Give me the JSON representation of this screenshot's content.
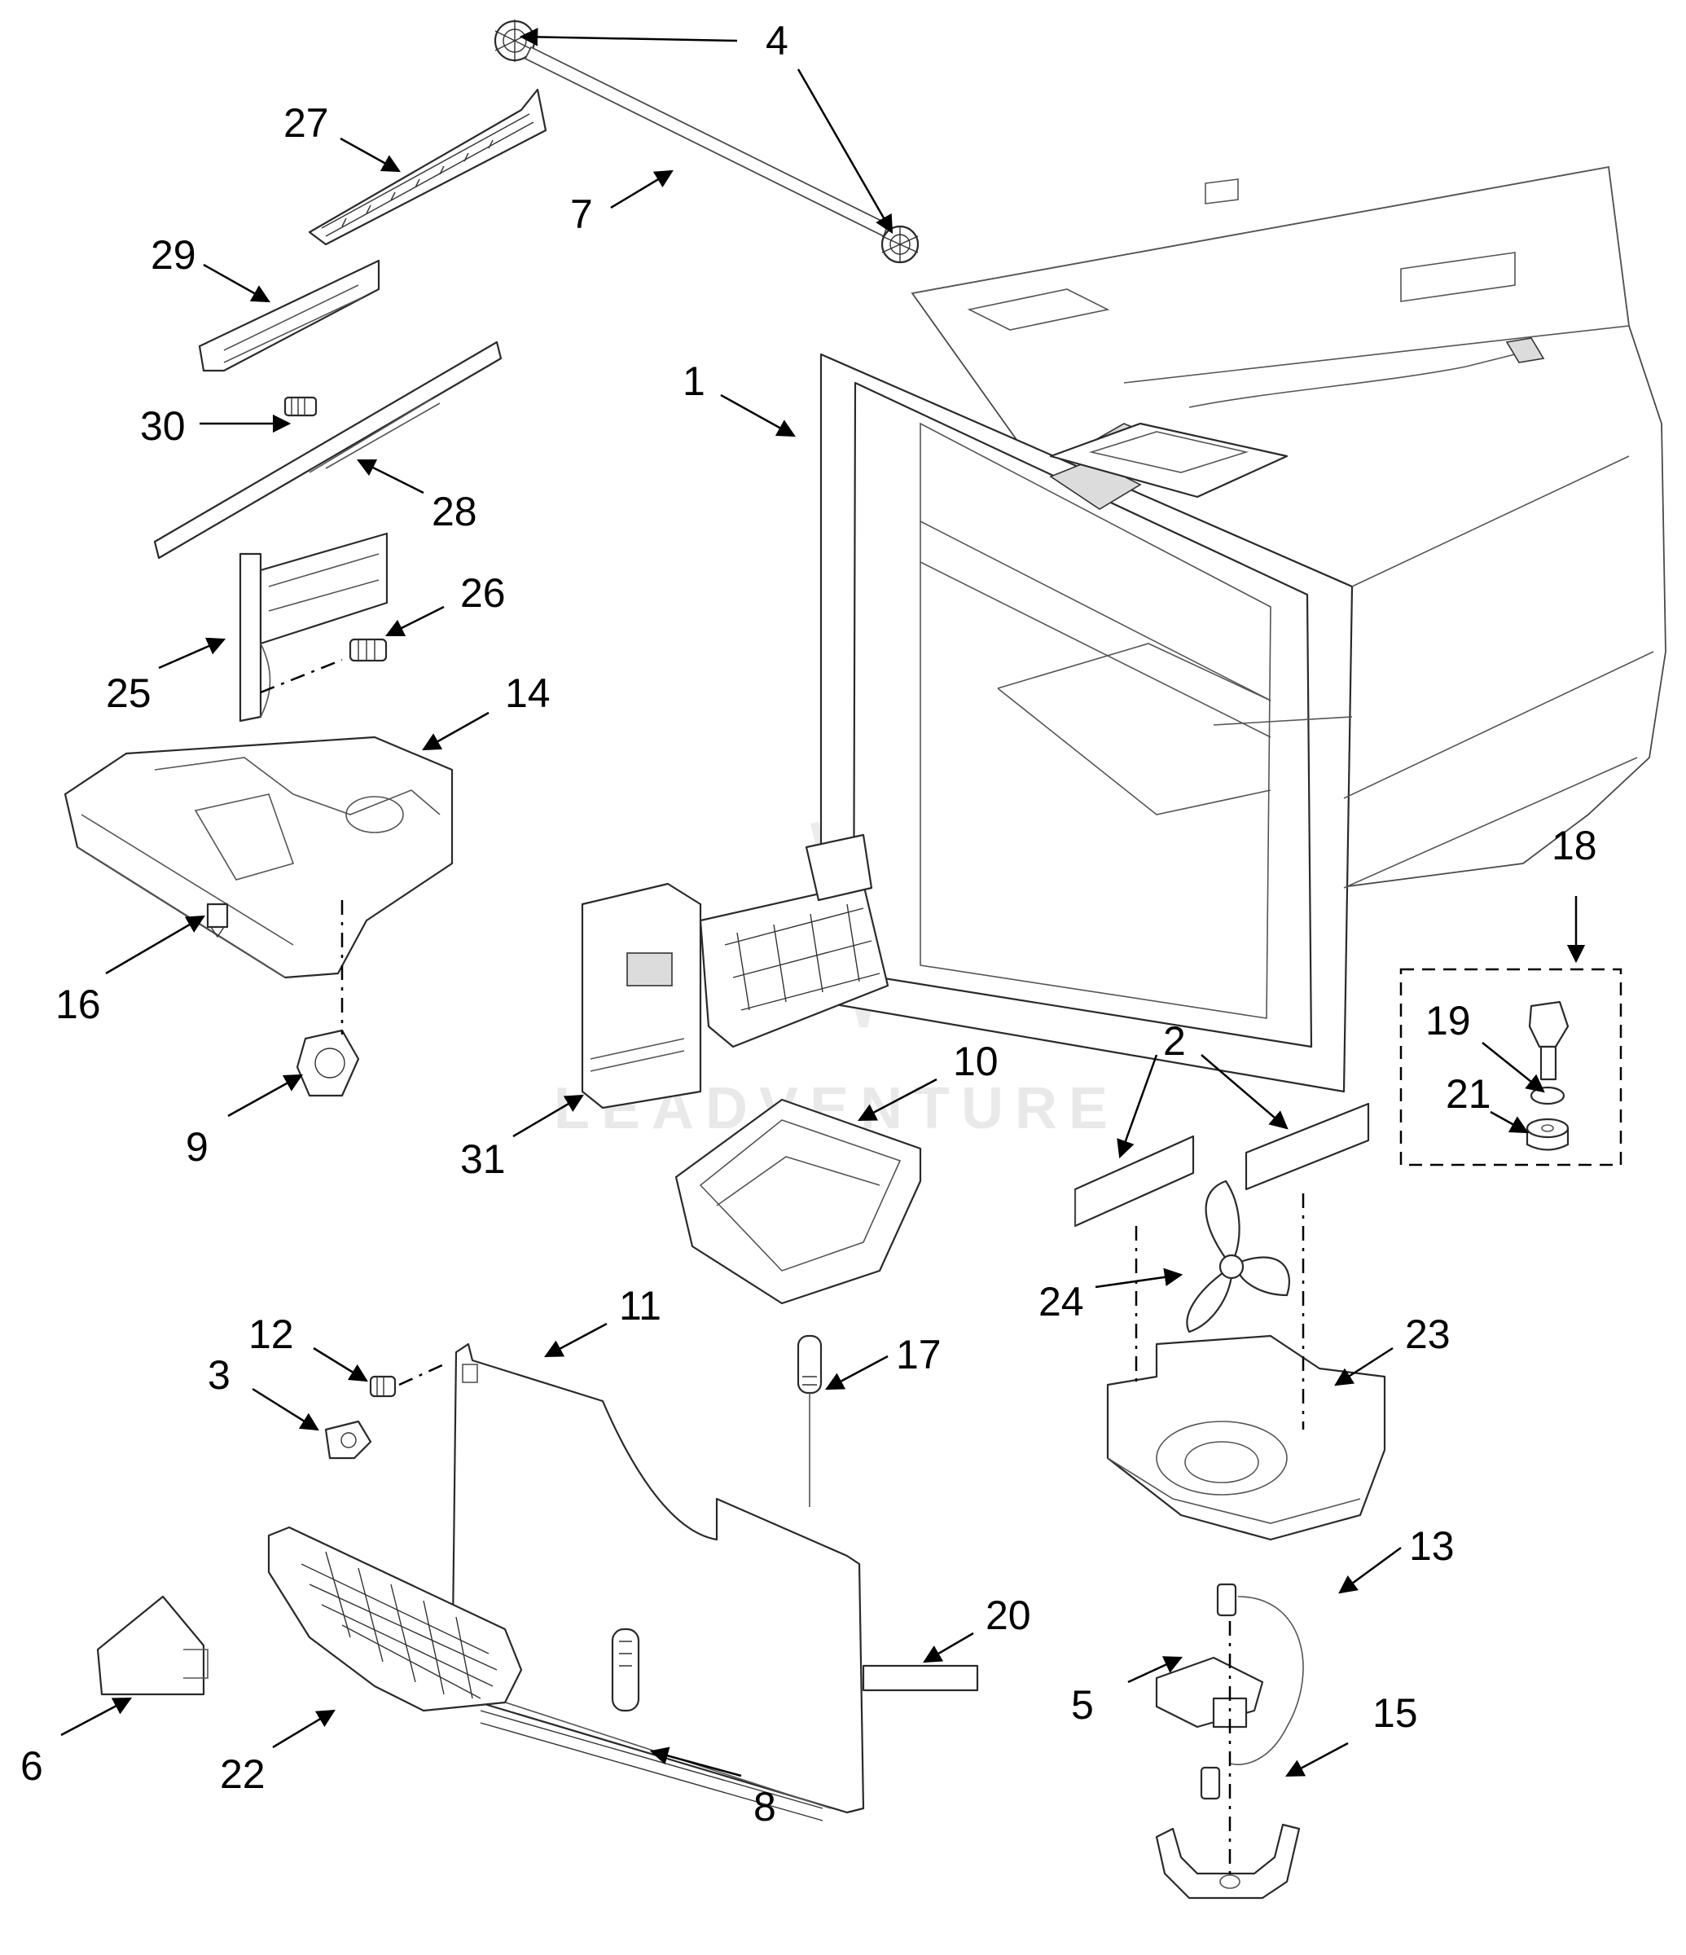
{
  "watermark": {
    "text": "LEADVENTURE"
  },
  "callouts": {
    "c1": "1",
    "c2": "2",
    "c3": "3",
    "c4": "4",
    "c5": "5",
    "c6": "6",
    "c7": "7",
    "c8": "8",
    "c9": "9",
    "c10": "10",
    "c11": "11",
    "c12": "12",
    "c13": "13",
    "c14": "14",
    "c15": "15",
    "c16": "16",
    "c17": "17",
    "c18": "18",
    "c19": "19",
    "c20": "20",
    "c21": "21",
    "c22": "22",
    "c23": "23",
    "c24": "24",
    "c25": "25",
    "c26": "26",
    "c27": "27",
    "c28": "28",
    "c29": "29",
    "c30": "30",
    "c31": "31"
  },
  "colors": {
    "line": "#2a2a2a",
    "background": "#ffffff",
    "watermark": "#e9e9e9"
  }
}
